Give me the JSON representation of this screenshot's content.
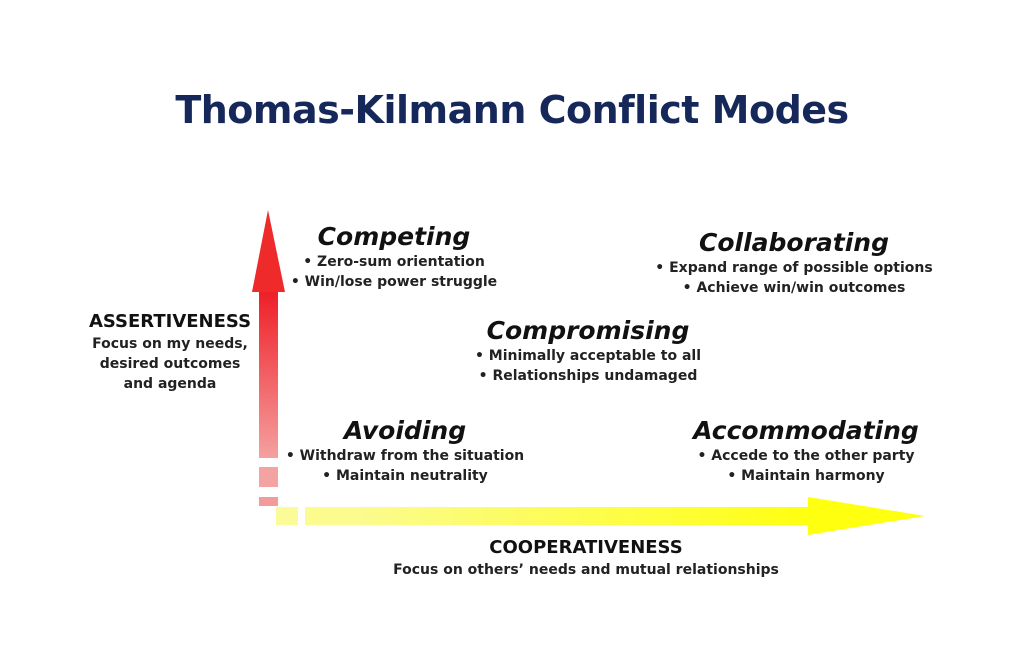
{
  "title": "Thomas-Kilmann Conflict Modes",
  "axes": {
    "y": {
      "label": "ASSERTIVENESS",
      "description": [
        "Focus on my needs,",
        "desired outcomes",
        "and agenda"
      ],
      "color": "#e8202a"
    },
    "x": {
      "label": "COOPERATIVENESS",
      "description": "Focus on others’ needs and mutual relationships",
      "color": "#ffff20"
    }
  },
  "modes": {
    "competing": {
      "name": "Competing",
      "bullets": [
        "• Zero-sum orientation",
        "• Win/lose power struggle"
      ]
    },
    "collaborating": {
      "name": "Collaborating",
      "bullets": [
        "• Expand range of possible options",
        "• Achieve win/win outcomes"
      ]
    },
    "compromising": {
      "name": "Compromising",
      "bullets": [
        "• Minimally acceptable to all",
        "• Relationships undamaged"
      ]
    },
    "avoiding": {
      "name": "Avoiding",
      "bullets": [
        "• Withdraw from the situation",
        "• Maintain neutrality"
      ]
    },
    "accommodating": {
      "name": "Accommodating",
      "bullets": [
        "• Accede to the other party",
        "• Maintain harmony"
      ]
    }
  }
}
